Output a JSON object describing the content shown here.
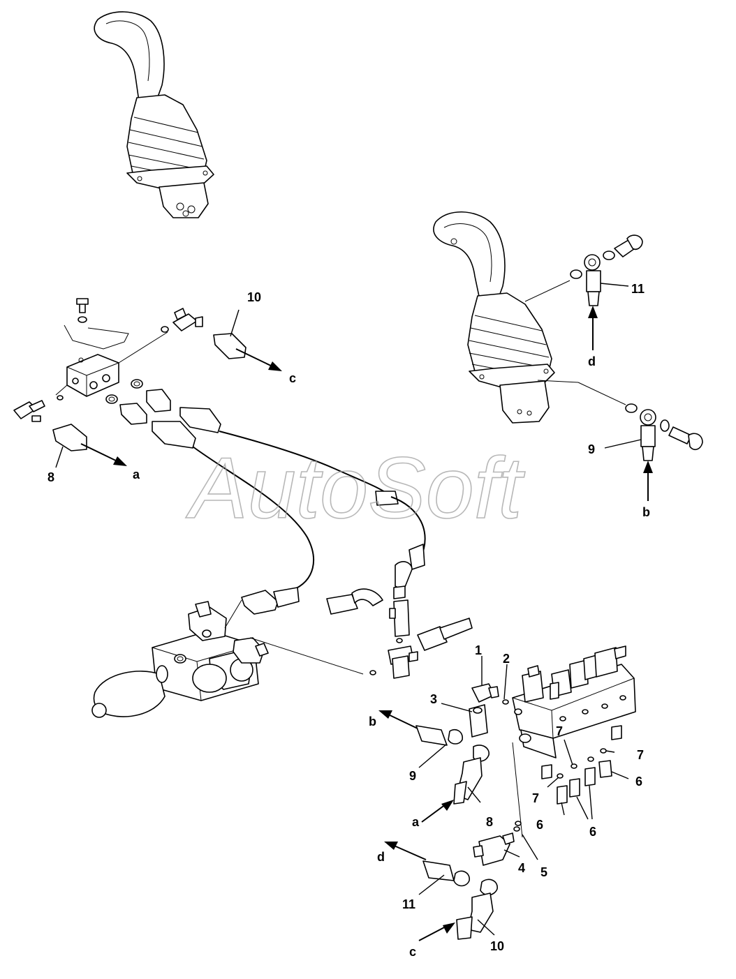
{
  "watermark": "AutoSoft",
  "callouts": {
    "c1": "1",
    "c2": "2",
    "c3": "3",
    "c4": "4",
    "c5": "5",
    "c6a": "6",
    "c6b": "6",
    "c6c": "6",
    "c7a": "7",
    "c7b": "7",
    "c7c": "7",
    "c8a": "8",
    "c8b": "8",
    "c9a": "9",
    "c9b": "9",
    "c10a": "10",
    "c10b": "10",
    "c11a": "11",
    "c11b": "11"
  },
  "connections": {
    "a1": "a",
    "a2": "a",
    "b1": "b",
    "b2": "b",
    "c1": "c",
    "c2": "c",
    "d1": "d",
    "d2": "d"
  }
}
